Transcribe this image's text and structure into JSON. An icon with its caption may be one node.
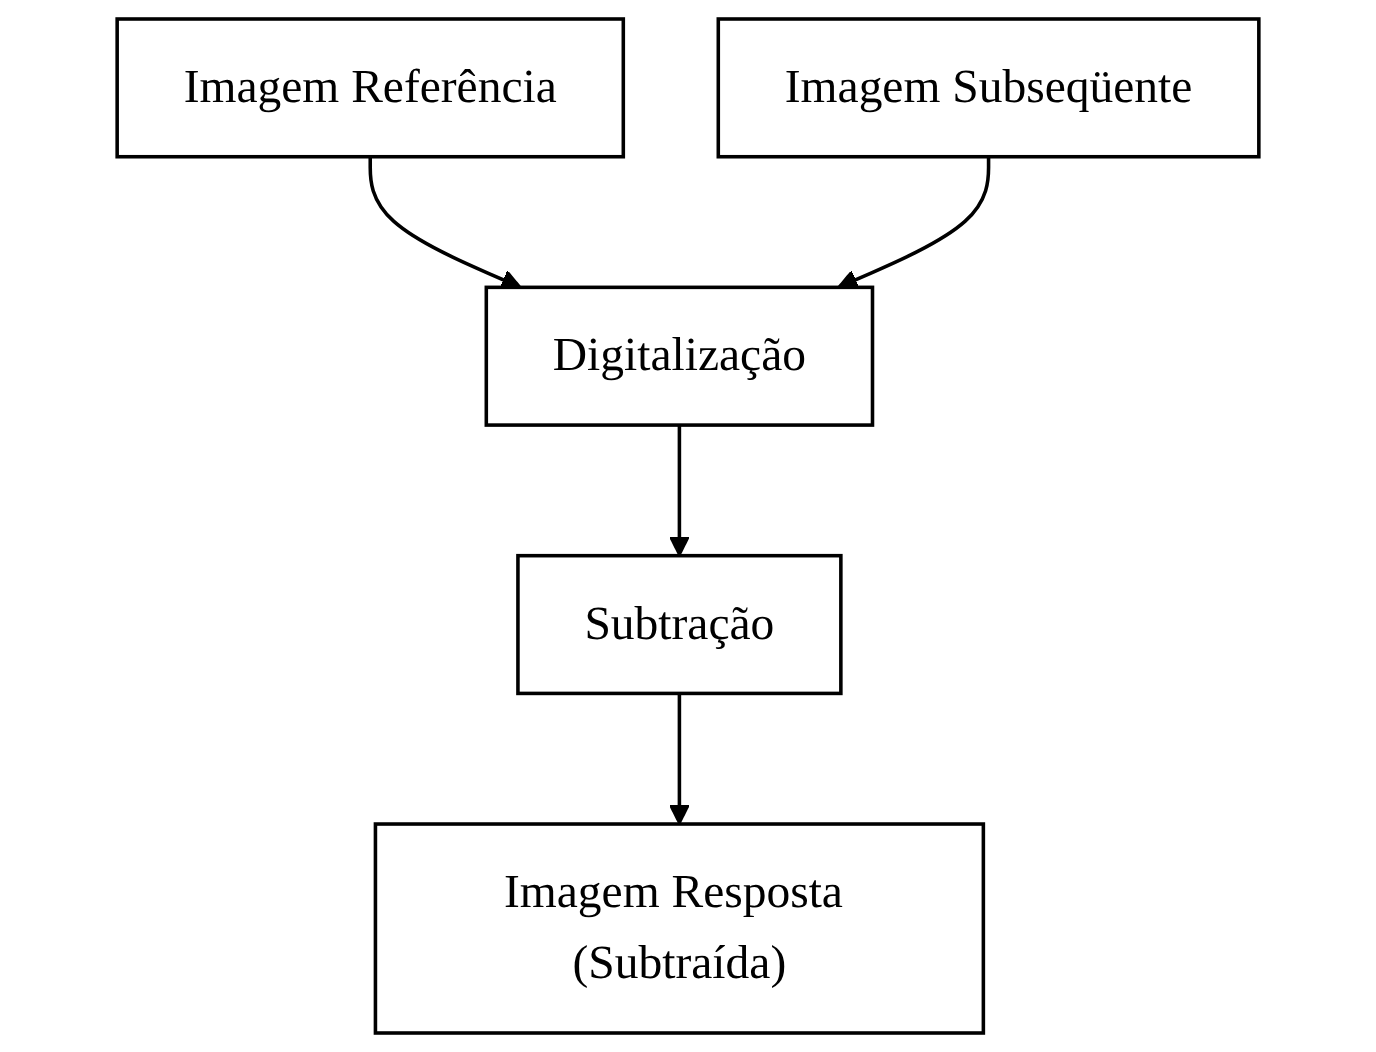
{
  "diagram": {
    "nodes": [
      {
        "text": [
          "Imagem Referência"
        ]
      },
      {
        "text": [
          "Imagem Subseqüente"
        ]
      },
      {
        "text": [
          "Digitalização"
        ]
      },
      {
        "text": [
          "Subtração"
        ]
      },
      {
        "text": [
          "Imagem Resposta (Subtraída)"
        ]
      }
    ],
    "edges": [
      {
        "from": 0,
        "to": 2,
        "arrow": "to"
      },
      {
        "from": 1,
        "to": 2,
        "arrow": "to"
      },
      {
        "from": 2,
        "to": 3,
        "arrow": "to"
      },
      {
        "from": 3,
        "to": 4,
        "arrow": "to"
      }
    ]
  }
}
